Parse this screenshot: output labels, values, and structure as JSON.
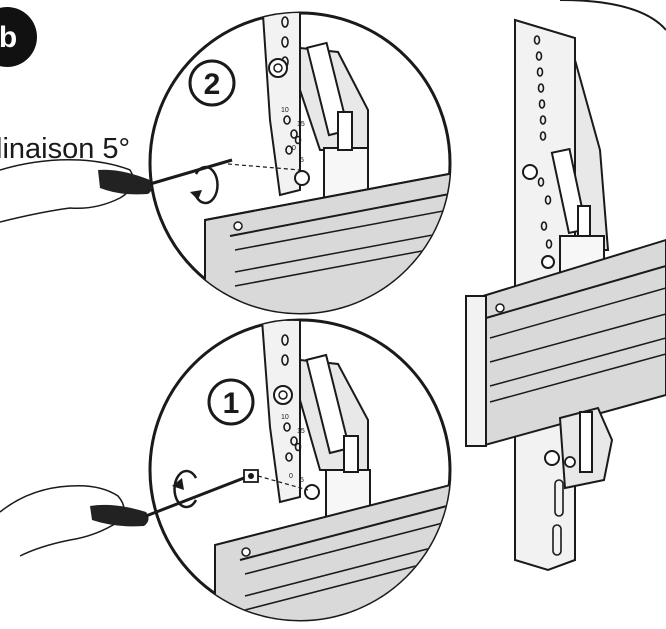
{
  "badge": {
    "label": "b"
  },
  "caption": {
    "text": "linaison 5°"
  },
  "steps": [
    {
      "label": "2",
      "scale": [
        "10",
        "15",
        "0",
        "5"
      ]
    },
    {
      "label": "1",
      "scale": [
        "10",
        "15",
        "0",
        "5"
      ]
    }
  ],
  "colors": {
    "ink": "#1a1a1a",
    "rail": "#d9d9d9",
    "plate": "#f2f2f2",
    "badge": "#111111"
  }
}
